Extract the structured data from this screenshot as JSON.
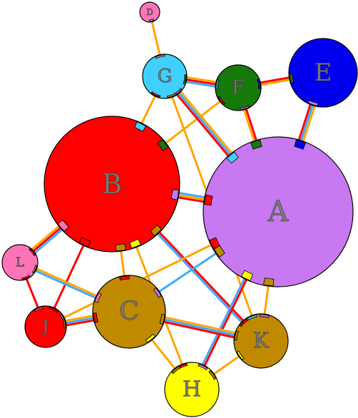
{
  "nodes": [
    {
      "id": "A",
      "label": "A",
      "color": "#c878f0"
    },
    {
      "id": "B",
      "label": "B",
      "color": "#ff0000"
    },
    {
      "id": "C",
      "label": "C",
      "color": "#c08a00"
    },
    {
      "id": "D",
      "label": "D",
      "color": "#ff74b8"
    },
    {
      "id": "E",
      "label": "E",
      "color": "#0000ee"
    },
    {
      "id": "F",
      "label": "F",
      "color": "#157a0a"
    },
    {
      "id": "G",
      "label": "G",
      "color": "#3fd0ff"
    },
    {
      "id": "H",
      "label": "H",
      "color": "#ffff00"
    },
    {
      "id": "J",
      "label": "J",
      "color": "#ff0000"
    },
    {
      "id": "K",
      "label": "K",
      "color": "#c08a00"
    },
    {
      "id": "L",
      "label": "L",
      "color": "#ff74b8"
    }
  ],
  "edges": [
    {
      "from": "D",
      "to": "G",
      "colors": [
        "#ffa500"
      ]
    },
    {
      "from": "G",
      "to": "F",
      "colors": [
        "#ffa500",
        "#ff0000",
        "#3fa9ff"
      ]
    },
    {
      "from": "F",
      "to": "E",
      "colors": [
        "#ff0000",
        "#ffa500"
      ]
    },
    {
      "from": "G",
      "to": "B",
      "colors": [
        "#ffa500"
      ]
    },
    {
      "from": "F",
      "to": "B",
      "colors": [
        "#ffa500"
      ]
    },
    {
      "from": "G",
      "to": "A",
      "colors": [
        "#ffa500",
        "#3fa9ff",
        "#ff0000"
      ]
    },
    {
      "from": "G",
      "to": "K",
      "colors": [
        "#ffa500"
      ]
    },
    {
      "from": "F",
      "to": "A",
      "colors": [
        "#ff0000",
        "#ffa500"
      ]
    },
    {
      "from": "E",
      "to": "A",
      "colors": [
        "#ffa500",
        "#3fa9ff",
        "#ff0000"
      ]
    },
    {
      "from": "B",
      "to": "A",
      "colors": [
        "#3fa9ff",
        "#ffa500",
        "#ff0000"
      ]
    },
    {
      "from": "B",
      "to": "L",
      "colors": [
        "#3fa9ff",
        "#ff0000",
        "#ffa500"
      ]
    },
    {
      "from": "B",
      "to": "J",
      "colors": [
        "#ff0000"
      ]
    },
    {
      "from": "B",
      "to": "C",
      "colors": [
        "#ffa500"
      ]
    },
    {
      "from": "B",
      "to": "K",
      "colors": [
        "#ff0000",
        "#3fa9ff"
      ]
    },
    {
      "from": "B",
      "to": "H",
      "colors": [
        "#ffa500"
      ]
    },
    {
      "from": "A",
      "to": "C",
      "colors": [
        "#3fa9ff"
      ]
    },
    {
      "from": "A",
      "to": "K",
      "colors": [
        "#ffa500"
      ]
    },
    {
      "from": "A",
      "to": "H",
      "colors": [
        "#ff0000",
        "#3fa9ff"
      ]
    },
    {
      "from": "A",
      "to": "J",
      "colors": [
        "#ffa500"
      ]
    },
    {
      "from": "L",
      "to": "C",
      "colors": [
        "#ffa500",
        "#3fa9ff"
      ]
    },
    {
      "from": "L",
      "to": "J",
      "colors": [
        "#ff0000"
      ]
    },
    {
      "from": "J",
      "to": "C",
      "colors": [
        "#ffa500",
        "#3fa9ff",
        "#ff0000"
      ]
    },
    {
      "from": "C",
      "to": "K",
      "colors": [
        "#ffa500",
        "#3fa9ff",
        "#ff0000"
      ]
    },
    {
      "from": "C",
      "to": "H",
      "colors": [
        "#ffa500"
      ]
    },
    {
      "from": "K",
      "to": "H",
      "colors": [
        "#ffa500"
      ]
    }
  ]
}
